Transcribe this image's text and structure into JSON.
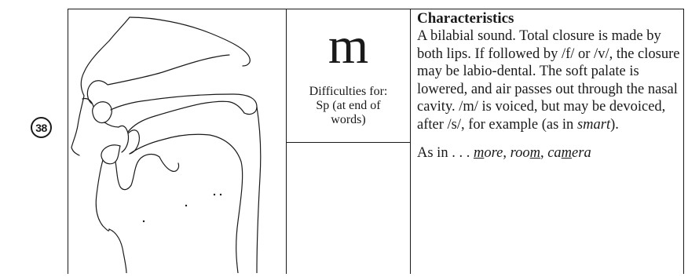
{
  "page_number": "38",
  "phoneme": {
    "symbol": "m",
    "difficulties": [
      "Difficulties for:",
      "Sp (at end of",
      "words)"
    ]
  },
  "characteristics": {
    "heading": "Characteristics",
    "body": "A bilabial sound. Total closure is made by both lips. If followed by /f/ or /v/, the closure may be labio-dental. The soft palate is lowered, and air passes out through the nasal cavity. /m/ is voiced, but may be devoiced, after /s/, for example (as in ",
    "body_example_word": "smart",
    "body_end": ").",
    "as_in_label": "As in . . .",
    "examples": [
      {
        "pre": "",
        "u": "m",
        "post": "ore"
      },
      {
        "pre": "roo",
        "u": "m",
        "post": ""
      },
      {
        "pre": "ca",
        "u": "m",
        "post": "era"
      }
    ],
    "example_sep": ", "
  },
  "diagram": {
    "icon": "vocal-tract-cross-section"
  }
}
